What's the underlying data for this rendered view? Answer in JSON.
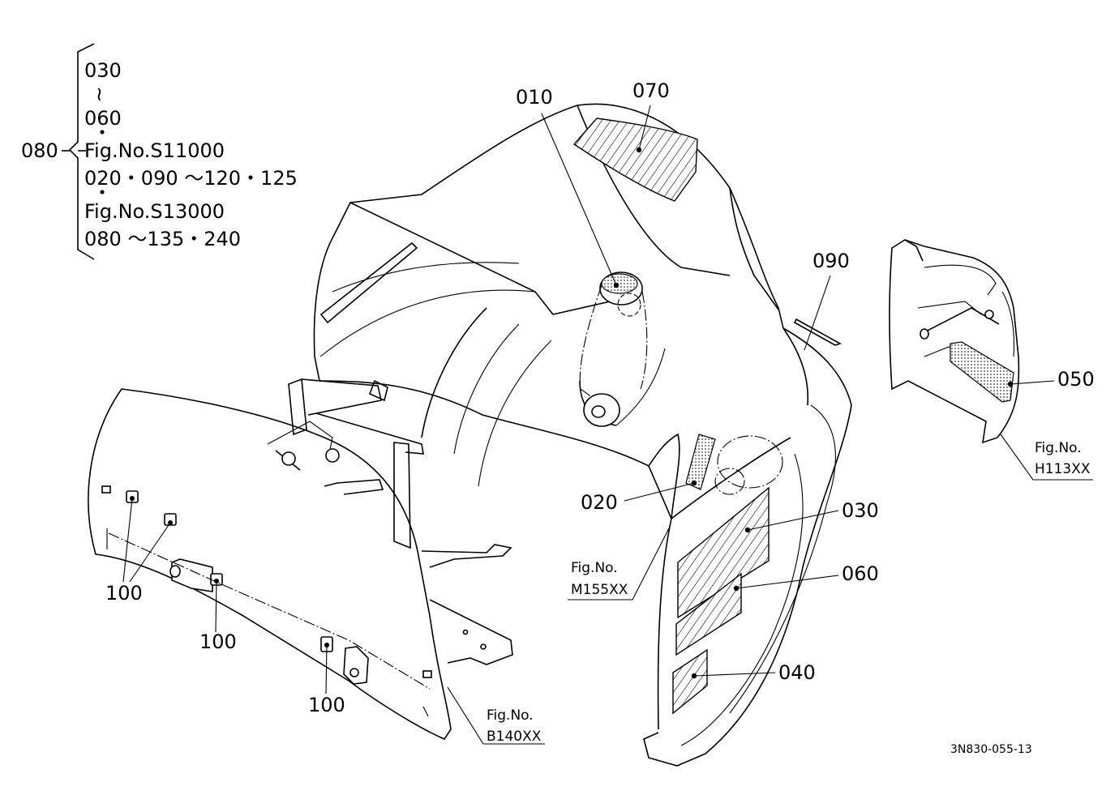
{
  "bom": {
    "main_no": "080",
    "lines": [
      "030",
      "≀",
      "060",
      "・",
      "Fig.No.S11000",
      "020・090 ～120・125",
      "・",
      "Fig.No.S13000",
      "080 ～135・240"
    ]
  },
  "callouts": {
    "c010": "010",
    "c070": "070",
    "c090": "090",
    "c050": "050",
    "c020": "020",
    "c030": "030",
    "c060": "060",
    "c040": "040",
    "c100a": "100",
    "c100b": "100",
    "c100c": "100"
  },
  "refs": {
    "h113_label": "Fig.No.",
    "h113_code": "H113XX",
    "m155_label": "Fig.No.",
    "m155_code": "M155XX",
    "b140_label": "Fig.No.",
    "b140_code": "B140XX"
  },
  "drawing_code": "3N830-055-13"
}
